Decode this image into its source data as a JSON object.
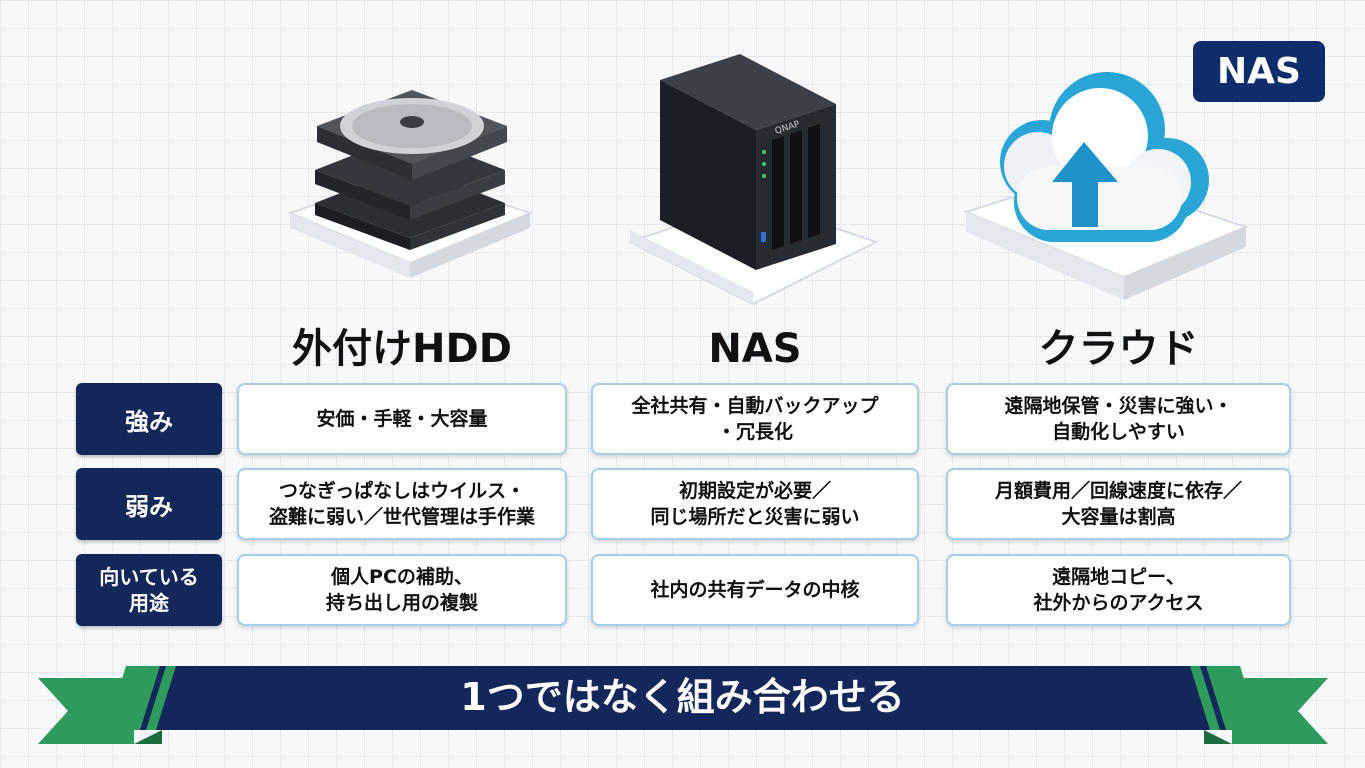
{
  "badge": "NAS",
  "columns": [
    {
      "title": "外付けHDD",
      "icon": "hard-drive-stack"
    },
    {
      "title": "NAS",
      "icon": "nas-device",
      "device_brand": "QNAP"
    },
    {
      "title": "クラウド",
      "icon": "cloud-upload"
    }
  ],
  "rows": [
    {
      "label": "強み",
      "cells": [
        "安価・手軽・大容量",
        "全社共有・自動バックアップ\n・冗長化",
        "遠隔地保管・災害に強い・\n自動化しやすい"
      ]
    },
    {
      "label": "弱み",
      "cells": [
        "つなぎっぱなしはウイルス・\n盗難に弱い／世代管理は手作業",
        "初期設定が必要／\n同じ場所だと災害に弱い",
        "月額費用／回線速度に依存／\n大容量は割高"
      ]
    },
    {
      "label_line1": "向いている",
      "label_line2": "用途",
      "cells": [
        "個人PCの補助、\n持ち出し用の複製",
        "社内の共有データの中核",
        "遠隔地コピー、\n社外からのアクセス"
      ]
    }
  ],
  "banner": "1つではなく組み合わせる",
  "colors": {
    "navy": "#13275a",
    "badge": "#0f2d6b",
    "cell_border": "#a9cde6",
    "cloud": "#2aa6d6",
    "ribbon_green": "#2e9a5e"
  }
}
